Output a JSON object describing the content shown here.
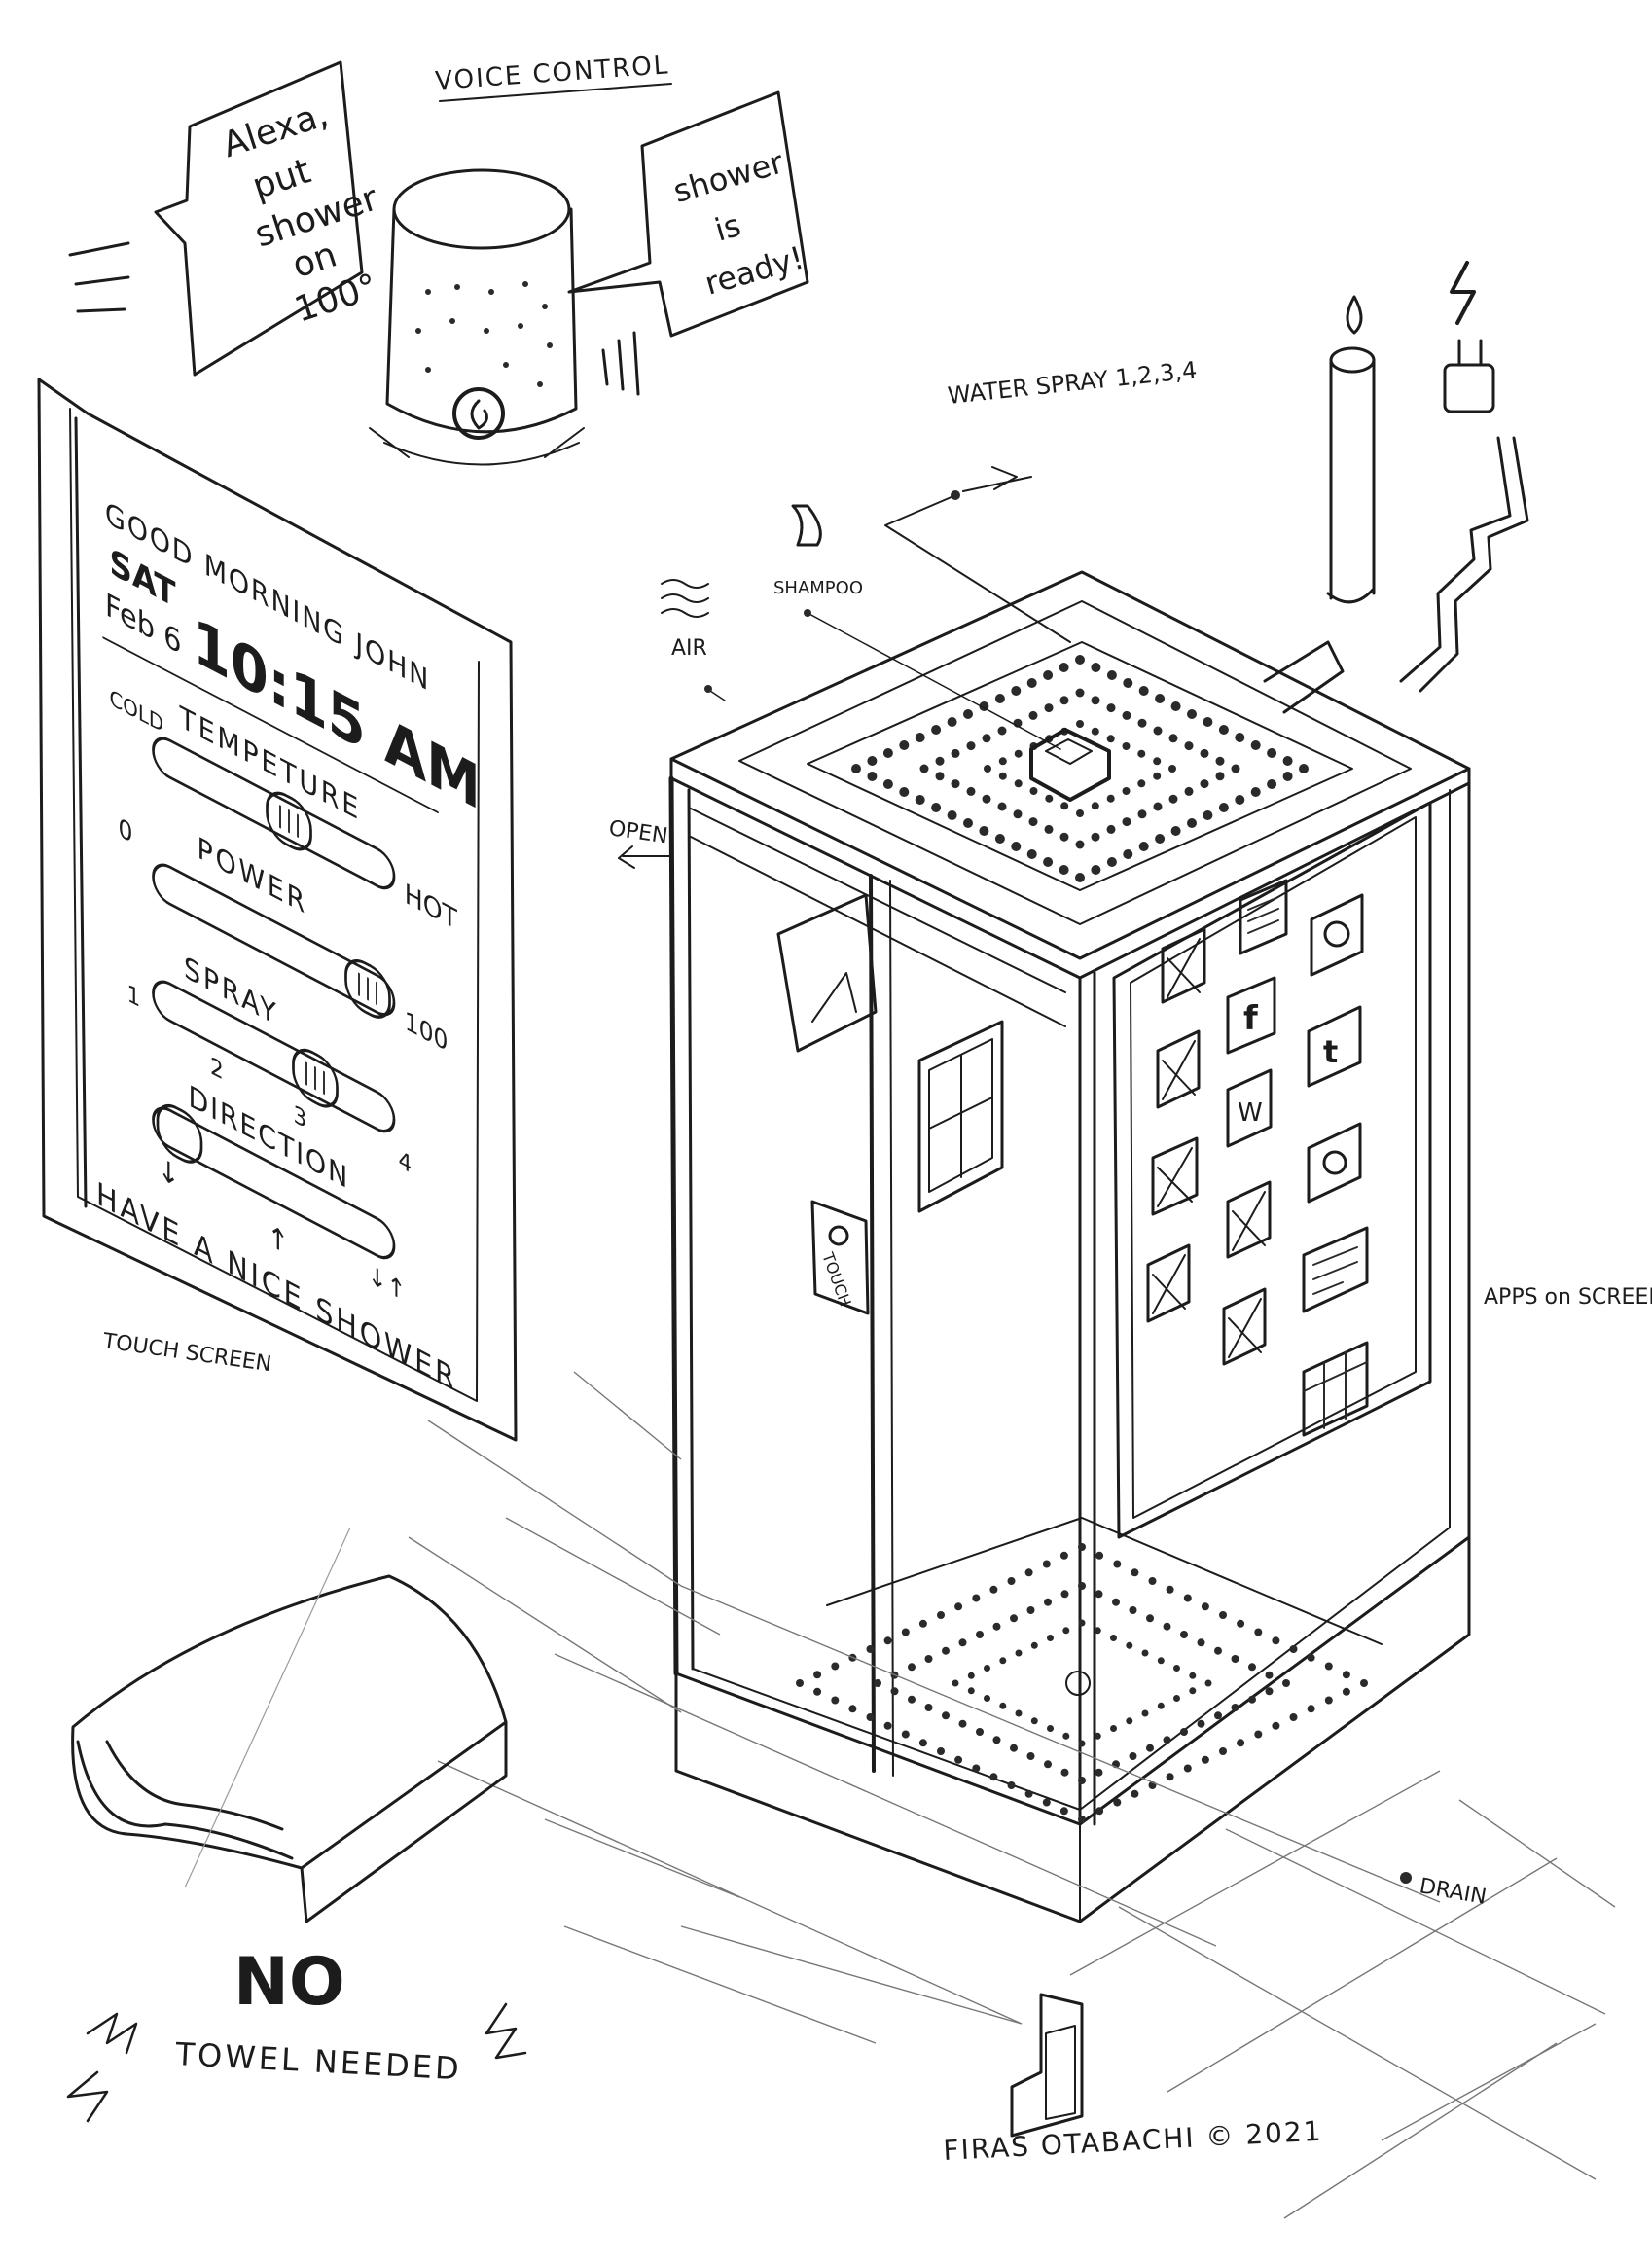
{
  "voice_control": {
    "title": "VOICE CONTROL",
    "user_bubble": [
      "Alexa,",
      "put",
      "shower",
      "on",
      "100°"
    ],
    "speaker_bubble": [
      "shower",
      "is",
      "ready!"
    ]
  },
  "touch_screen": {
    "greeting": "GOOD MORNING JOHN",
    "day": "SAT",
    "date": "Feb 6",
    "time": "10:15 AM",
    "sliders": [
      {
        "label": "TEMPETURE",
        "min_label": "COLD",
        "max_label": "HOT",
        "level": 0.6
      },
      {
        "label": "POWER",
        "min_label": "0",
        "max_label": "100",
        "level": 0.85
      },
      {
        "label": "SPRAY",
        "ticks": [
          "1",
          "2",
          "3",
          "4"
        ],
        "level": 0.66
      },
      {
        "label": "DIRECTION",
        "arrows": [
          "↓",
          "↑",
          "↓↑"
        ],
        "level": 0.1
      }
    ],
    "farewell": "HAVE A NICE SHOWER",
    "caption": "TOUCH SCREEN"
  },
  "callouts": {
    "water_spray": "WATER SPRAY 1,2,3,4",
    "shampoo": "SHAMPOO",
    "air": "AIR",
    "open": "OPEN",
    "touch": "TOUCH",
    "apps": "APPS on SCREEN",
    "drain": "DRAIN"
  },
  "towel": {
    "headline": "NO",
    "subline": "TOWEL NEEDED"
  },
  "signature": "FIRAS OTABACHI © 2021"
}
